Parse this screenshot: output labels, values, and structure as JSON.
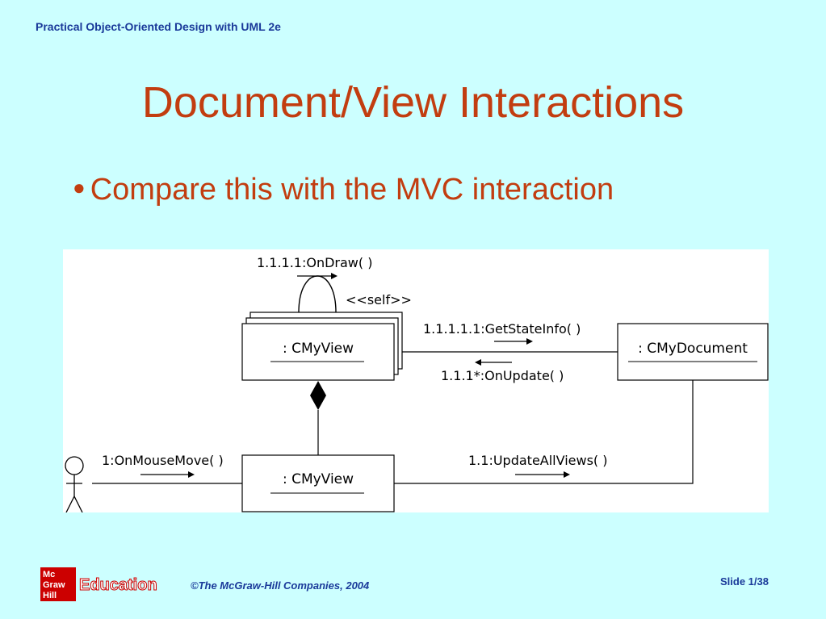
{
  "header": {
    "course_title": "Practical Object-Oriented Design with UML 2e"
  },
  "slide": {
    "title": "Document/View Interactions",
    "bullet_symbol": "●",
    "bullet": "Compare this with the MVC interaction"
  },
  "diagram": {
    "top_view_label": ": CMyView",
    "document_label": ": CMyDocument",
    "bottom_view_label": ": CMyView",
    "msg_ondraw": "1.1.1.1:OnDraw( )",
    "stereotype_self": "<<self>>",
    "msg_getstateinfo": "1.1.1.1.1:GetStateInfo( )",
    "msg_onupdate": "1.1.1*:OnUpdate( )",
    "msg_onmousemove": "1:OnMouseMove( )",
    "msg_updateallviews": "1.1:UpdateAllViews( )"
  },
  "footer": {
    "logo_mc": "Mc",
    "logo_graw": "Graw",
    "logo_hill": "Hill",
    "logo_education": "Education",
    "copyright": "©The McGraw-Hill Companies, 2004",
    "slide_number": "Slide 1/38"
  },
  "colors": {
    "background": "#ccffff",
    "title": "#c23d10",
    "header_text": "#1a3a9a",
    "logo_red": "#cc0000"
  }
}
